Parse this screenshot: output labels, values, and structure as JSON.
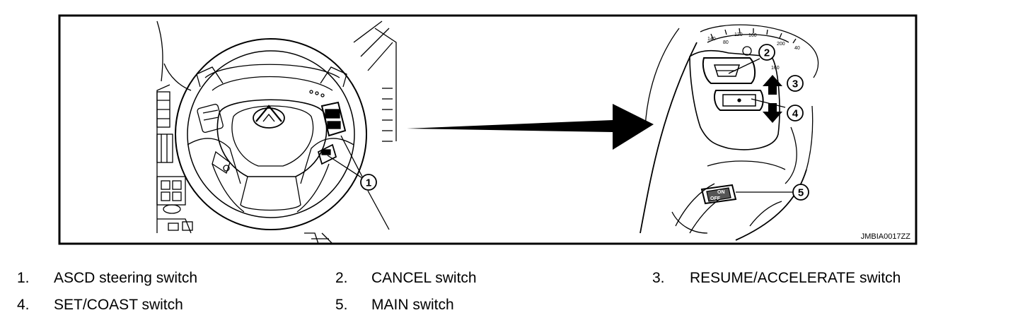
{
  "figure": {
    "code": "JMBIA0017ZZ",
    "callouts": [
      "1",
      "2",
      "3",
      "4",
      "5"
    ],
    "gauge_ticks": [
      "140",
      "120",
      "160",
      "80",
      "200",
      "40",
      "160"
    ],
    "main_button_text": [
      "ON",
      "OFF"
    ]
  },
  "legend": [
    {
      "num": "1.",
      "text": "ASCD steering switch"
    },
    {
      "num": "2.",
      "text": "CANCEL switch"
    },
    {
      "num": "3.",
      "text": "RESUME/ACCELERATE switch"
    },
    {
      "num": "4.",
      "text": "SET/COAST switch"
    },
    {
      "num": "5.",
      "text": "MAIN switch"
    }
  ]
}
